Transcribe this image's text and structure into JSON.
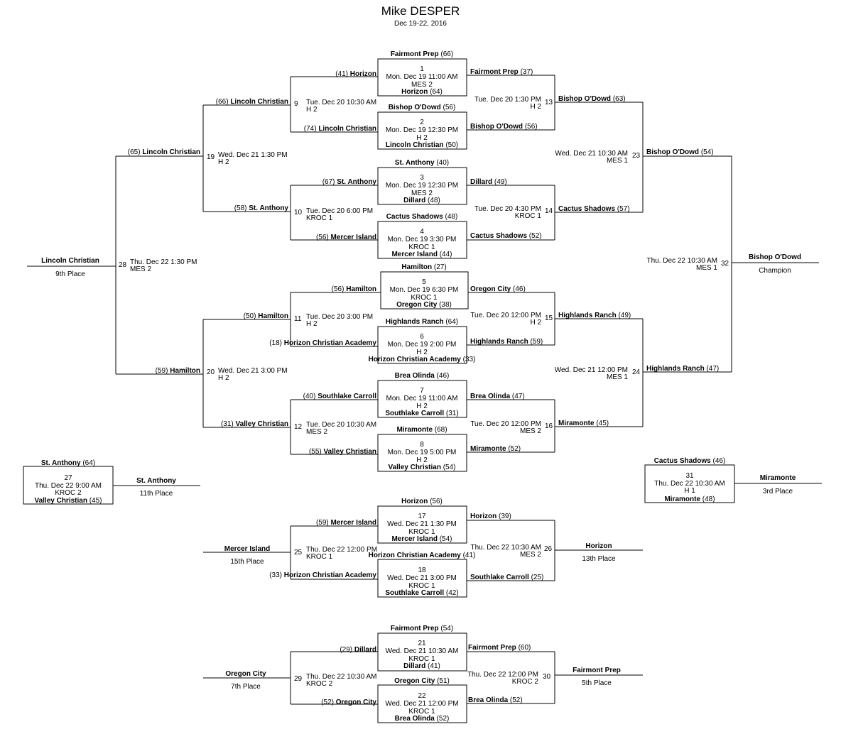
{
  "title": "Mike DESPER",
  "dates": "Dec 19-22, 2016",
  "games": {
    "g1": {
      "num": "1",
      "date": "Mon. Dec 19 11:00 AM",
      "venue": "MES 2",
      "top": "Fairmont Prep",
      "top_score": "(66)",
      "bot": "Horizon",
      "bot_score": "(64)"
    },
    "g2": {
      "num": "2",
      "date": "Mon. Dec 19 12:30 PM",
      "venue": "H 2",
      "top": "Bishop O'Dowd",
      "top_score": "(56)",
      "bot": "Lincoln Christian",
      "bot_score": "(50)"
    },
    "g3": {
      "num": "3",
      "date": "Mon. Dec 19 12:30 PM",
      "venue": "MES 2",
      "top": "St. Anthony",
      "top_score": "(40)",
      "bot": "Dillard",
      "bot_score": "(48)"
    },
    "g4": {
      "num": "4",
      "date": "Mon. Dec 19 3:30 PM",
      "venue": "KROC 1",
      "top": "Cactus Shadows",
      "top_score": "(48)",
      "bot": "Mercer Island",
      "bot_score": "(44)"
    },
    "g5": {
      "num": "5",
      "date": "Mon. Dec 19 6:30 PM",
      "venue": "KROC 1",
      "top": "Hamilton",
      "top_score": "(27)",
      "bot": "Oregon City",
      "bot_score": "(38)"
    },
    "g6": {
      "num": "6",
      "date": "Mon. Dec 19 2:00 PM",
      "venue": "H 2",
      "top": "Highlands Ranch",
      "top_score": "(64)",
      "bot": "Horizon Christian Academy",
      "bot_score": "(33)"
    },
    "g7": {
      "num": "7",
      "date": "Mon. Dec 19 11:00 AM",
      "venue": "H 2",
      "top": "Brea Olinda",
      "top_score": "(46)",
      "bot": "Southlake Carroll",
      "bot_score": "(31)"
    },
    "g8": {
      "num": "8",
      "date": "Mon. Dec 19 5:00 PM",
      "venue": "H 2",
      "top": "Miramonte",
      "top_score": "(68)",
      "bot": "Valley Christian",
      "bot_score": "(54)"
    },
    "g9": {
      "num": "9",
      "date": "Tue. Dec 20 10:30 AM",
      "venue": "H 2",
      "team": "Horizon",
      "team_score": "(41)",
      "top": "Lincoln Christian",
      "top_score": "(66)",
      "bot": "Lincoln Christian",
      "bot_score": "(74)"
    },
    "g10": {
      "num": "10",
      "date": "Tue. Dec 20 6:00 PM",
      "venue": "KROC 1",
      "team": "St. Anthony",
      "team_score": "(67)",
      "top": "St. Anthony",
      "top_score": "(58)",
      "bot": "Mercer Island",
      "bot_score": "(56)"
    },
    "g11": {
      "num": "11",
      "date": "Tue. Dec 20 3:00 PM",
      "venue": "H 2",
      "team": "Hamilton",
      "team_score": "(56)",
      "top": "Hamilton",
      "top_score": "(50)",
      "bot": "Horizon Christian Academy",
      "bot_score": "(18)"
    },
    "g12": {
      "num": "12",
      "date": "Tue. Dec 20 10:30 AM",
      "venue": "MES 2",
      "team": "Southlake Carroll",
      "team_score": "(40)",
      "top": "Valley Christian",
      "top_score": "(31)",
      "bot": "Valley Christian",
      "bot_score": "(55)"
    },
    "g13": {
      "num": "13",
      "date": "Tue. Dec 20 1:30 PM",
      "venue": "H 2",
      "team": "Fairmont Prep",
      "team_score": "(37)",
      "top": "Bishop O'Dowd",
      "top_score": "(63)",
      "bot": "Bishop O'Dowd",
      "bot_score": "(56)"
    },
    "g14": {
      "num": "14",
      "date": "Tue. Dec 20 4:30 PM",
      "venue": "KROC 1",
      "team": "Dillard",
      "team_score": "(49)",
      "top": "Cactus Shadows",
      "top_score": "(57)",
      "bot": "Cactus Shadows",
      "bot_score": "(52)"
    },
    "g15": {
      "num": "15",
      "date": "Tue. Dec 20 12:00 PM",
      "venue": "H 2",
      "team": "Oregon City",
      "team_score": "(46)",
      "top": "Highlands Ranch",
      "top_score": "(49)",
      "bot": "Highlands Ranch",
      "bot_score": "(59)"
    },
    "g16": {
      "num": "16",
      "date": "Tue. Dec 20 12:00 PM",
      "venue": "MES 2",
      "team": "Brea Olinda",
      "team_score": "(47)",
      "top": "Miramonte",
      "top_score": "(45)",
      "bot": "Miramonte",
      "bot_score": "(52)"
    },
    "g19": {
      "num": "19",
      "date": "Wed. Dec 21 1:30 PM",
      "venue": "H 2",
      "top": "Lincoln Christian",
      "top_score": "(65)"
    },
    "g20": {
      "num": "20",
      "date": "Wed. Dec 21 3:00 PM",
      "venue": "H 2",
      "top": "Hamilton",
      "top_score": "(59)"
    },
    "g23": {
      "num": "23",
      "date": "Wed. Dec 21 10:30 AM",
      "venue": "MES 1",
      "top": "Bishop O'Dowd",
      "top_score": "(54)"
    },
    "g24": {
      "num": "24",
      "date": "Wed. Dec 21 12:00 PM",
      "venue": "MES 1",
      "top": "Highlands Ranch",
      "top_score": "(47)"
    },
    "g28": {
      "num": "28",
      "date": "Thu. Dec 22 1:30 PM",
      "venue": "MES 2",
      "winner": "Lincoln Christian",
      "place": "9th Place"
    },
    "g32": {
      "num": "32",
      "date": "Thu. Dec 22 10:30 AM",
      "venue": "MES 1",
      "winner": "Bishop O'Dowd",
      "place": "Champion"
    },
    "g27": {
      "num": "27",
      "date": "Thu. Dec 22 9:00 AM",
      "venue": "KROC 2",
      "top": "St. Anthony",
      "top_score": "(64)",
      "bot": "Valley Christian",
      "bot_score": "(45)",
      "winner": "St. Anthony",
      "place": "11th Place"
    },
    "g31": {
      "num": "31",
      "date": "Thu. Dec 22 10:30 AM",
      "venue": "H 1",
      "top": "Cactus Shadows",
      "top_score": "(46)",
      "bot": "Miramonte",
      "bot_score": "(48)",
      "winner": "Miramonte",
      "place": "3rd Place"
    },
    "g17": {
      "num": "17",
      "date": "Wed. Dec 21 1:30 PM",
      "venue": "KROC 1",
      "top": "Horizon",
      "top_score": "(56)",
      "bot": "Mercer Island",
      "bot_score": "(54)"
    },
    "g18": {
      "num": "18",
      "date": "Wed. Dec 21 3:00 PM",
      "venue": "KROC 1",
      "top": "Horizon Christian Academy",
      "top_score": "(41)",
      "bot": "Southlake Carroll",
      "bot_score": "(42)"
    },
    "g25": {
      "num": "25",
      "date": "Thu. Dec 22 12:00 PM",
      "venue": "KROC 1",
      "team_a": "Mercer Island",
      "team_a_score": "(59)",
      "team_b": "Horizon Christian Academy",
      "team_b_score": "(33)",
      "winner": "Mercer Island",
      "place": "15th Place"
    },
    "g26": {
      "num": "26",
      "date": "Thu. Dec 22 10:30 AM",
      "venue": "MES 2",
      "team_a": "Horizon",
      "team_a_score": "(39)",
      "team_b": "Southlake Carroll",
      "team_b_score": "(25)",
      "winner": "Horizon",
      "place": "13th Place"
    },
    "g21": {
      "num": "21",
      "date": "Wed. Dec 21 10:30 AM",
      "venue": "KROC 1",
      "top": "Fairmont Prep",
      "top_score": "(54)",
      "bot": "Dillard",
      "bot_score": "(41)"
    },
    "g22": {
      "num": "22",
      "date": "Wed. Dec 21 12:00 PM",
      "venue": "KROC 1",
      "top": "Oregon City",
      "top_score": "(51)",
      "bot": "Brea Olinda",
      "bot_score": "(52)"
    },
    "g29": {
      "num": "29",
      "date": "Thu. Dec 22 10:30 AM",
      "venue": "KROC 2",
      "team_a": "Dillard",
      "team_a_score": "(29)",
      "team_b": "Oregon City",
      "team_b_score": "(52)",
      "winner": "Oregon City",
      "place": "7th Place"
    },
    "g30": {
      "num": "30",
      "date": "Thu. Dec 22 12:00 PM",
      "venue": "KROC 2",
      "team_a": "Fairmont Prep",
      "team_a_score": "(60)",
      "team_b": "Brea Olinda",
      "team_b_score": "(52)",
      "winner": "Fairmont Prep",
      "place": "5th Place"
    }
  }
}
